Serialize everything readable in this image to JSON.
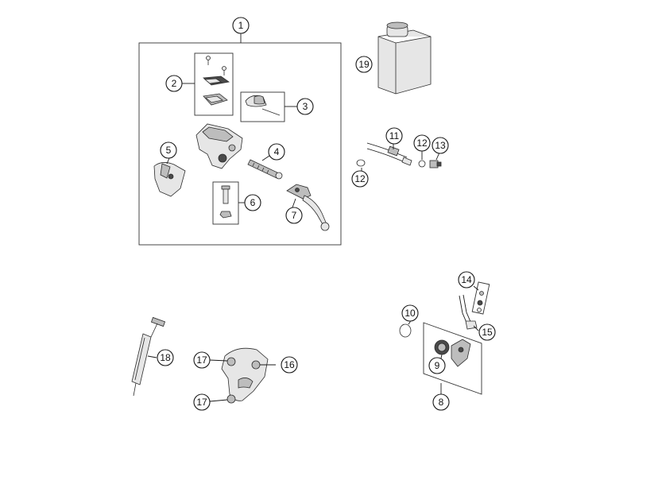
{
  "callouts": {
    "c1": "1",
    "c2": "2",
    "c3": "3",
    "c4": "4",
    "c5": "5",
    "c6": "6",
    "c7": "7",
    "c8": "8",
    "c9": "9",
    "c10": "10",
    "c11": "11",
    "c12a": "12",
    "c12b": "12",
    "c13": "13",
    "c14": "14",
    "c15": "15",
    "c16": "16",
    "c17a": "17",
    "c17b": "17",
    "c18": "18",
    "c19": "19"
  },
  "colors": {
    "line": "#1a1a1a",
    "part_light": "#e6e6e6",
    "part_mid": "#bdbdbd",
    "part_dark": "#4a4a4a"
  }
}
